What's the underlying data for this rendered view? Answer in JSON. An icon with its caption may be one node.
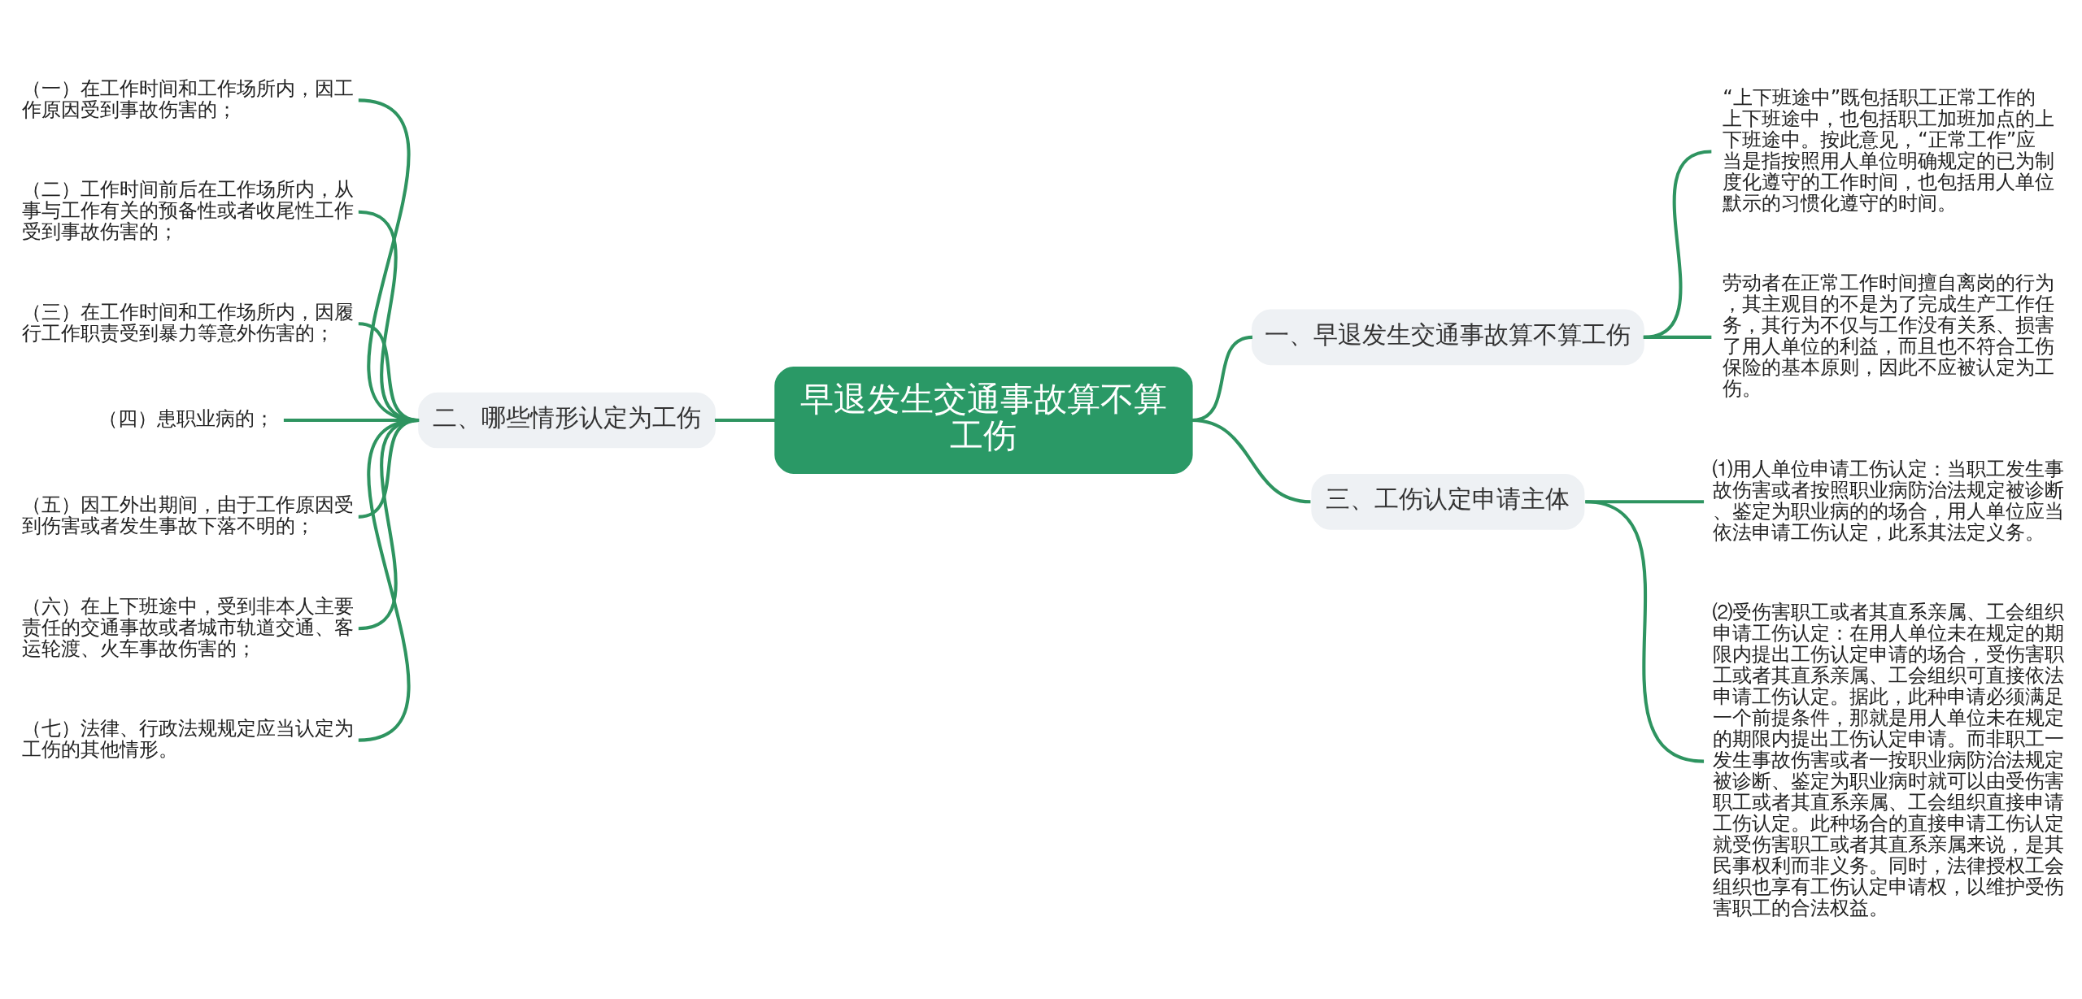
{
  "diagram": {
    "nodes": [
      {
        "text": [
          "早退发生交通事故算不算工伤"
        ]
      },
      {
        "text": [
          "二、哪些情形认定为工伤"
        ]
      },
      {
        "text": [
          "（一）在工作时间和工作场所内，因工作原因受到事故伤害的；"
        ]
      },
      {
        "text": [
          "（二）工作时间前后在工作场所内，从事与工作有关的预备性或者收尾性工作受到事故伤害的；"
        ]
      },
      {
        "text": [
          "（三）在工作时间和工作场所内，因履行工作职责受到暴力等意外伤害的；"
        ]
      },
      {
        "text": [
          "（四）患职业病的；"
        ]
      },
      {
        "text": [
          "（五）因工外出期间，由于工作原因受到伤害或者发生事故下落不明的；"
        ]
      },
      {
        "text": [
          "（六）在上下班途中，受到非本人主要责任的交通事故或者城市轨道交通、客运轮渡、火车事故伤害的；"
        ]
      },
      {
        "text": [
          "（七）法律、行政法规规定应当认定为工伤的其他情形。"
        ]
      },
      {
        "text": [
          "一、早退发生交通事故算不算工伤"
        ]
      },
      {
        "text": [
          "“上下班途中”既包括职工正常工作的上下班途中，也包括职工加班加点的上下班途中。按此意见，“正常工作”应当是指按照用人单位明确规定的已为制度化遵守的工作时间，也包括用人单位默示的习惯化遵守的时间。"
        ]
      },
      {
        "text": [
          "劳动者在正常工作时间擅自离岗的行为，其主观目的不是为了完成生产工作任务，其行为不仅与工作没有关系、损害了用人单位的利益，而且也不符合工伤保险的基本原则，因此不应被认定为工伤。"
        ]
      },
      {
        "text": [
          "三、工伤认定申请主体"
        ]
      },
      {
        "text": [
          "⑴用人单位申请工伤认定：当职工发生事故伤害或者按照职业病防治法规定被诊断、鉴定为职业病的的场合，用人单位应当依法申请工伤认定，此系其法定义务。"
        ]
      },
      {
        "text": [
          "⑵受伤害职工或者其直系亲属、工会组织申请工伤认定：在用人单位未在规定的期限内提出工伤认定申请的场合，受伤害职工或者其直系亲属、工会组织可直接依法申请工伤认定。据此，此种申请必须满足一个前提条件，那就是用人单位未在规定的期限内提出工伤认定申请。而非职工一发生事故伤害或者一按职业病防治法规定被诊断、鉴定为职业病时就可以由受伤害职工或者其直系亲属、工会组织直接申请工伤认定。此种场合的直接申请工伤认定就受伤害职工或者其直系亲属来说，是其民事权利而非义务。同时，法律授权工会组织也享有工伤认定申请权，以维护受伤害职工的合法权益。"
        ]
      }
    ],
    "edges": [
      {
        "from": 1,
        "to": 0,
        "arrow": "none"
      },
      {
        "from": 2,
        "to": 1,
        "arrow": "none"
      },
      {
        "from": 3,
        "to": 1,
        "arrow": "none"
      },
      {
        "from": 4,
        "to": 1,
        "arrow": "none"
      },
      {
        "from": 5,
        "to": 1,
        "arrow": "none"
      },
      {
        "from": 6,
        "to": 1,
        "arrow": "none"
      },
      {
        "from": 7,
        "to": 1,
        "arrow": "none"
      },
      {
        "from": 8,
        "to": 1,
        "arrow": "none"
      },
      {
        "from": 0,
        "to": 9,
        "arrow": "none"
      },
      {
        "from": 9,
        "to": 10,
        "arrow": "none"
      },
      {
        "from": 9,
        "to": 11,
        "arrow": "none"
      },
      {
        "from": 0,
        "to": 12,
        "arrow": "none"
      },
      {
        "from": 12,
        "to": 13,
        "arrow": "none"
      },
      {
        "from": 12,
        "to": 14,
        "arrow": "none"
      }
    ]
  }
}
